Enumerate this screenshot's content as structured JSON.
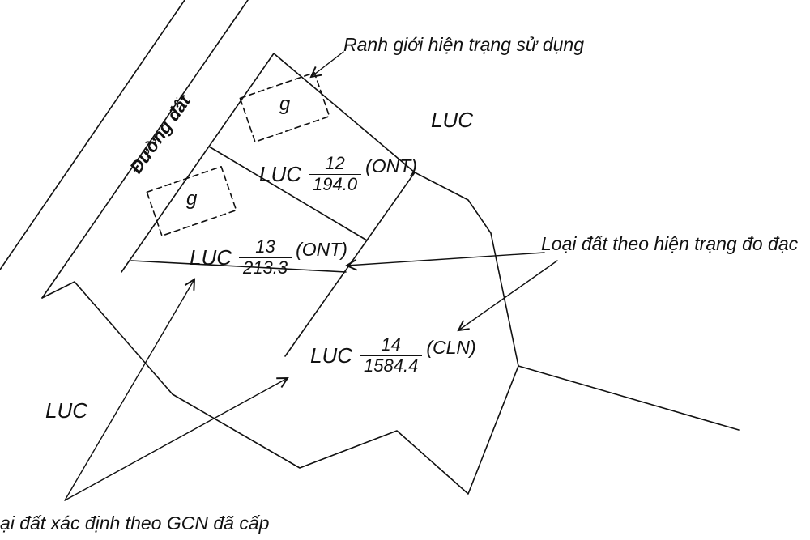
{
  "diagram": {
    "notes": {
      "boundary": "Ranh giới hiện trạng sử dụng",
      "measured_type": "Loại đất  theo hiện trạng đo đạc",
      "gcn_type": "ại đất xác định theo  GCN đã cấp",
      "road": "Đường đất",
      "adjacent_top": "LUC",
      "adjacent_bottom": "LUC"
    },
    "line_color": "#111111"
  },
  "parcels": [
    {
      "land_use": "LUC",
      "number": "12",
      "area": "194.0",
      "house_type": "(ONT)",
      "structure": "g"
    },
    {
      "land_use": "LUC",
      "number": "13",
      "area": "213.3",
      "house_type": "(ONT)",
      "structure": "g"
    },
    {
      "land_use": "LUC",
      "number": "14",
      "area": "1584.4",
      "house_type": "(CLN)"
    }
  ]
}
